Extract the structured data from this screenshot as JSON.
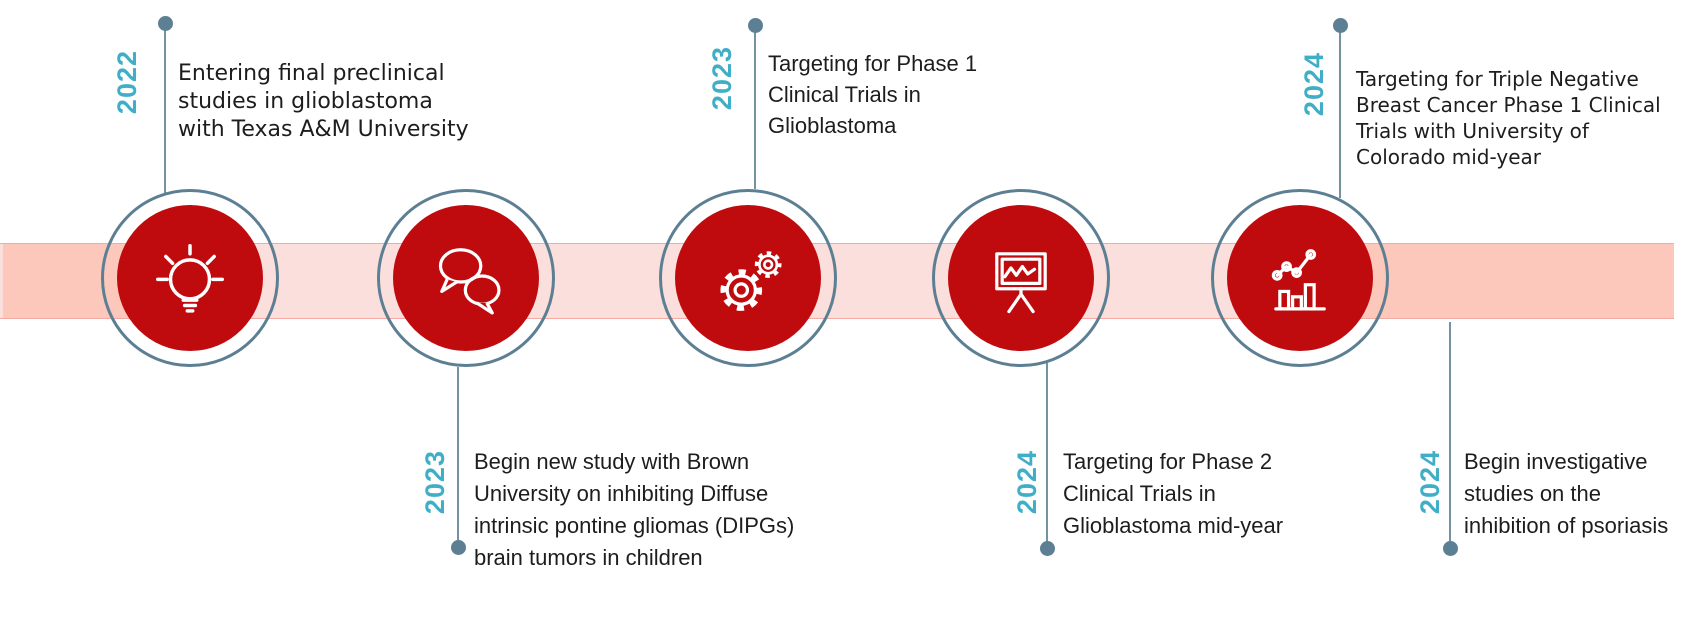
{
  "timeline": {
    "nodes": [
      {
        "icon": "lightbulb-icon"
      },
      {
        "icon": "speech-bubbles-icon"
      },
      {
        "icon": "gears-icon"
      },
      {
        "icon": "presentation-line-chart-icon"
      },
      {
        "icon": "bar-chart-trend-icon"
      }
    ],
    "labels": [
      {
        "year": "2022",
        "placement": "top",
        "text": "Entering final preclinical studies in glioblastoma with Texas A&M University"
      },
      {
        "year": "2023",
        "placement": "bottom",
        "text": "Begin new study with Brown University on inhibiting Diffuse intrinsic pontine gliomas (DIPGs) brain tumors in children"
      },
      {
        "year": "2023",
        "placement": "top",
        "text": "Targeting for Phase 1 Clinical Trials in Glioblastoma"
      },
      {
        "year": "2024",
        "placement": "bottom",
        "text": "Targeting for Phase 2 Clinical Trials in Glioblastoma mid-year"
      },
      {
        "year": "2024",
        "placement": "top",
        "text": "Targeting for Triple Negative Breast Cancer Phase 1 Clinical Trials with University of Colorado mid-year"
      },
      {
        "year": "2024",
        "placement": "bottom",
        "text": "Begin investigative studies on the inhibition of psoriasis"
      }
    ],
    "colors": {
      "accent_red": "#c00b0e",
      "band_light": "#fbdfdc",
      "band_dark": "#fdc8bc",
      "band_edge": "#f2aaa2",
      "year_teal": "#41aec8",
      "connector_slate": "#5d7f93",
      "icon_white": "#ffffff",
      "text_dark": "#1d1d1d"
    }
  }
}
